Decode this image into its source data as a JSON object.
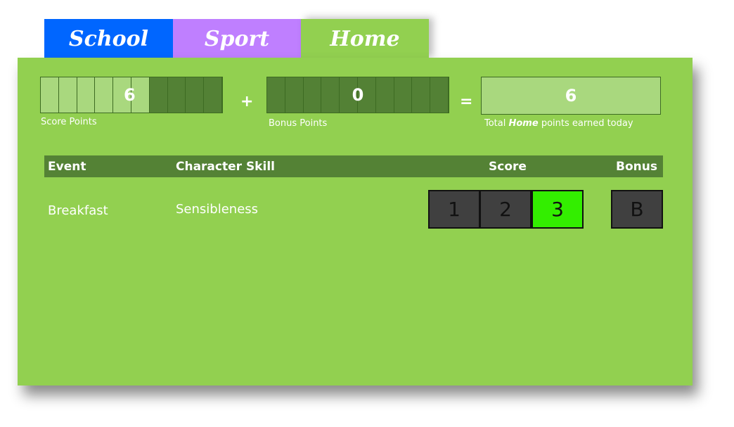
{
  "tabs": [
    {
      "label": "School",
      "color": "#0066ff"
    },
    {
      "label": "Sport",
      "color": "#bf7fff"
    },
    {
      "label": "Home",
      "color": "#92d050",
      "active": true
    }
  ],
  "score_points": {
    "value": "6",
    "caption": "Score Points",
    "filled_segments": 6,
    "total_segments": 10
  },
  "bonus_points": {
    "value": "0",
    "caption": "Bonus Points",
    "filled_segments": 0,
    "total_segments": 10
  },
  "operators": {
    "plus": "+",
    "equals": "="
  },
  "total": {
    "value": "6",
    "caption_prefix": "Total ",
    "caption_emphasis": "Home",
    "caption_suffix": " points earned today"
  },
  "table": {
    "headers": {
      "event": "Event",
      "skill": "Character Skill",
      "score": "Score",
      "bonus": "Bonus"
    },
    "rows": [
      {
        "event": "Breakfast",
        "skill": "Sensibleness",
        "scores": [
          "1",
          "2",
          "3"
        ],
        "selected_score": "3",
        "bonus": "B"
      }
    ]
  },
  "colors": {
    "panel": "#92d050",
    "header_bar": "#548235",
    "segment_on": "#a9d87e",
    "segment_off": "#538135",
    "score_selected": "#33ee00",
    "score_default": "#404040"
  }
}
